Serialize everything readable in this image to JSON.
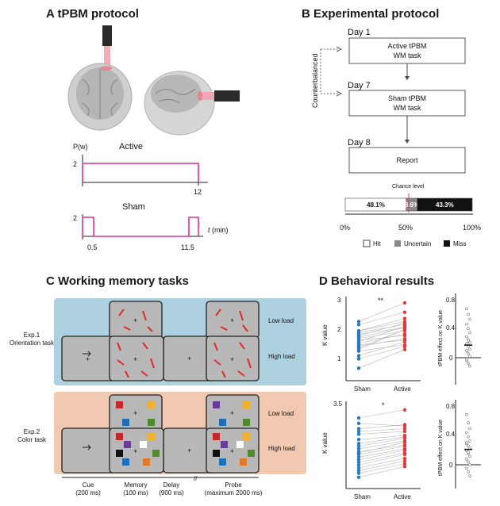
{
  "colors": {
    "protocol_line": "#e0338a",
    "panel_c_blue": "#aed1e0",
    "panel_c_peach": "#f1c8b0",
    "sham_dot": "#2a78b8",
    "active_dot": "#e03b3b",
    "orientation_line": "#e02a2a"
  },
  "panel_a": {
    "title": "A tPBM protocol",
    "y_label": "P(w)",
    "active_label": "Active",
    "sham_label": "Sham",
    "level_active": "2",
    "level_sham": "2",
    "active_end": "12",
    "sham_start": "0.5",
    "sham_end": "11.5",
    "t_var": "t",
    "t_unit": " (min)"
  },
  "panel_b": {
    "title": "B Experimental protocol",
    "counterbalanced": "Counterbalanced",
    "days": [
      {
        "day": "Day 1",
        "line1": "Active tPBM",
        "line2": "WM task"
      },
      {
        "day": "Day 7",
        "line1": "Sham tPBM",
        "line2": "WM task"
      },
      {
        "day": "Day 8",
        "line1": "Report",
        "line2": ""
      }
    ],
    "chance_label": "Chance level",
    "bar": {
      "hit": 48.1,
      "uncertain": 8.6,
      "miss": 43.3
    },
    "bar_labels": {
      "hit": "48.1%",
      "uncertain": "8.6%",
      "miss": "43.3%"
    },
    "axis_ticks": [
      "0%",
      "50%",
      "100%"
    ],
    "legend": [
      "Hit",
      "Uncertain",
      "Miss"
    ]
  },
  "panel_c": {
    "title": "C Working memory tasks",
    "exp1": {
      "line1": "Exp.1",
      "line2": "Orientation task"
    },
    "exp2": {
      "line1": "Exp.2",
      "line2": "Color task"
    },
    "low_load": "Low load",
    "high_load": "High load",
    "fixation": "+",
    "timeline": [
      {
        "name": "Cue",
        "dur": "(200 ms)"
      },
      {
        "name": "Memory",
        "dur": "(100 ms)"
      },
      {
        "name": "Delay",
        "dur": "(900 ms)"
      },
      {
        "name": "Probe",
        "dur": "(maximum 2000 ms)"
      }
    ],
    "break_mark": "//"
  },
  "panel_d": {
    "title": "D Behavioral results",
    "top": {
      "ylabel": "K value",
      "yticks": [
        "3",
        "2",
        "1"
      ],
      "sig": "**",
      "x": [
        "Sham",
        "Active"
      ],
      "sham": [
        2.0,
        1.8,
        1.6,
        1.5,
        1.95,
        1.7,
        1.2,
        1.75,
        1.35,
        2.2,
        2.0,
        1.55,
        1.9,
        0.8,
        1.45,
        2.3,
        1.65,
        1.1,
        1.85,
        1.4
      ],
      "active": [
        2.3,
        2.1,
        1.9,
        1.75,
        2.2,
        1.85,
        1.65,
        2.0,
        1.55,
        2.6,
        2.4,
        1.7,
        2.1,
        1.4,
        2.05,
        2.9,
        2.15,
        1.5,
        2.25,
        2.05
      ],
      "effect_ylabel": "tPBM effect on K value",
      "effect_ticks": [
        "0.8",
        "0.4",
        "0"
      ],
      "effect_mean": 0.18,
      "effect_values": [
        0.7,
        0.62,
        0.55,
        0.48,
        0.42,
        0.36,
        0.3,
        0.26,
        0.22,
        0.2,
        0.16,
        0.12,
        0.1,
        0.06,
        0.02,
        -0.04,
        -0.08,
        -0.12,
        -0.02,
        0.24
      ]
    },
    "bottom": {
      "ylabel": "K value",
      "yticks": [
        "3.5"
      ],
      "sig": "*",
      "x": [
        "Sham",
        "Active"
      ],
      "sham": [
        3.0,
        2.8,
        2.6,
        2.4,
        2.2,
        2.05,
        1.95,
        1.85,
        1.75,
        1.65,
        1.55,
        1.45,
        1.35,
        1.25,
        1.15,
        1.05,
        0.95,
        0.8,
        2.5,
        1.7
      ],
      "active": [
        3.3,
        2.7,
        2.75,
        2.5,
        2.35,
        2.3,
        2.25,
        2.15,
        2.0,
        1.95,
        1.85,
        1.8,
        1.7,
        1.65,
        1.5,
        1.4,
        1.3,
        1.2,
        2.6,
        2.1
      ],
      "effect_ylabel": "tPBM effect on K value",
      "effect_ticks": [
        "0.8",
        "0.4",
        "0"
      ],
      "effect_mean": 0.22,
      "effect_values": [
        0.72,
        0.6,
        0.52,
        0.46,
        0.4,
        0.34,
        0.3,
        0.27,
        0.24,
        0.2,
        0.16,
        0.12,
        0.08,
        0.04,
        0.0,
        -0.05,
        -0.1,
        -0.16,
        0.32,
        0.18
      ]
    }
  }
}
